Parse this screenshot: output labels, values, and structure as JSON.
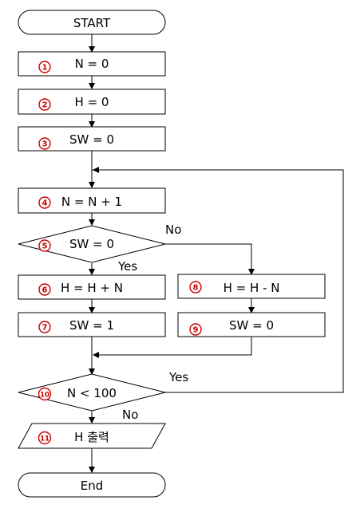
{
  "start": "START",
  "end": "End",
  "steps": [
    {
      "num": "1",
      "text": "N = 0"
    },
    {
      "num": "2",
      "text": "H = 0"
    },
    {
      "num": "3",
      "text": "SW = 0"
    },
    {
      "num": "4",
      "text": "N = N + 1"
    },
    {
      "num": "5",
      "text": "SW = 0"
    },
    {
      "num": "6",
      "text": "H = H + N"
    },
    {
      "num": "7",
      "text": "SW = 1"
    },
    {
      "num": "8",
      "text": "H = H - N"
    },
    {
      "num": "9",
      "text": "SW = 0"
    },
    {
      "num": "10",
      "text": "N < 100"
    },
    {
      "num": "11",
      "text": "H 출력"
    }
  ],
  "branch_labels": {
    "sw_no": "No",
    "sw_yes": "Yes",
    "loop_yes": "Yes",
    "loop_no": "No"
  },
  "colors": {
    "badge": "#cc0000",
    "line": "#000000"
  }
}
